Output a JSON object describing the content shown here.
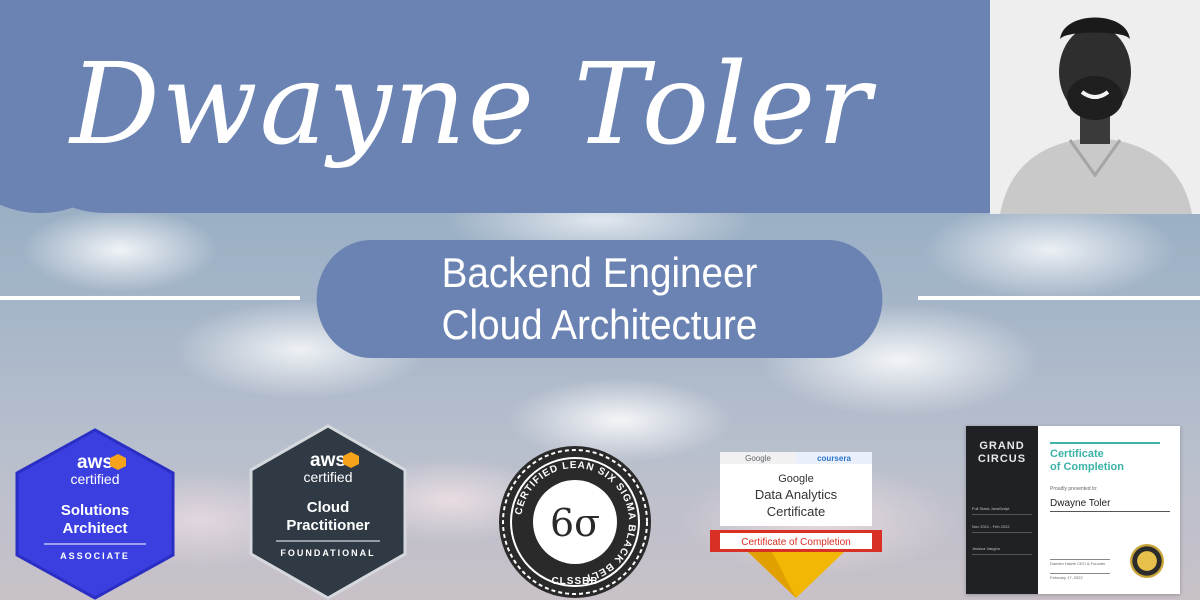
{
  "header": {
    "name": "Dwayne Toler"
  },
  "role": {
    "line1": "Backend Engineer",
    "line2": "Cloud Architecture"
  },
  "badges": {
    "aws_solutions": {
      "brand": "aws",
      "certified": "certified",
      "title_line1": "Solutions",
      "title_line2": "Architect",
      "level": "ASSOCIATE",
      "color": "#3b3fe0"
    },
    "aws_cloud": {
      "brand": "aws",
      "certified": "certified",
      "title_line1": "Cloud",
      "title_line2": "Practitioner",
      "level": "FOUNDATIONAL",
      "color": "#2f3a45"
    },
    "lean_six_sigma": {
      "ring_text": "CERTIFIED LEAN SIX SIGMA BLACK BELT",
      "symbol": "6σ",
      "code": "CLSSBB"
    },
    "google_data": {
      "google": "Google",
      "coursera": "coursera",
      "line1": "Google",
      "line2": "Data Analytics",
      "line3": "Certificate",
      "ribbon": "Certificate of Completion"
    },
    "grand_circus": {
      "logo_line1": "GRAND",
      "logo_line2": "CIRCUS",
      "title_line1": "Certificate",
      "title_line2": "of Completion",
      "presented": "Proudly presented to:",
      "recipient": "Dwayne Toler",
      "program": "Full Stack JavaScript",
      "dates": "Nov 2021 - Feb 2022",
      "instructor": "Jessica Vaughn",
      "signer": "Damien Haizlé CEO & Founder",
      "date": "February 17, 2022"
    }
  }
}
